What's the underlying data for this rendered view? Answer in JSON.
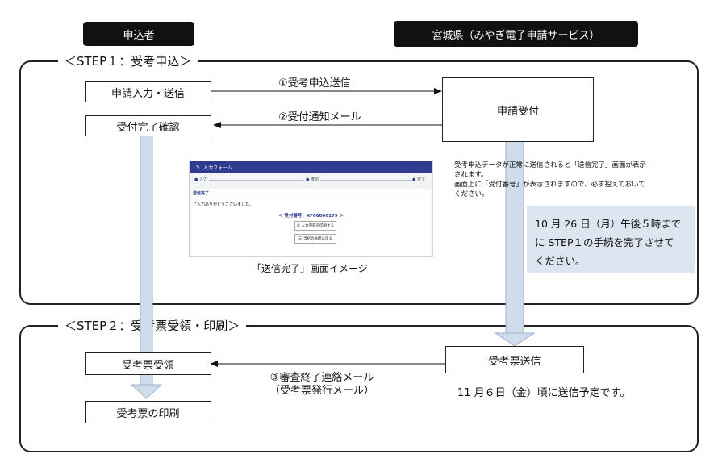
{
  "headers": {
    "applicant": "申込者",
    "miyagi": "宮城県（みやぎ電子申請サービス）"
  },
  "step1": {
    "title": "＜STEP１：受考申込＞",
    "applicant_boxes": {
      "input_send": "申請入力・送信",
      "confirm": "受付完了確認"
    },
    "arrow1_label": "①受考申込送信",
    "arrow2_label": "②受付通知メール",
    "receipt_box": "申請受付",
    "note_lines": [
      "受考申込データが正常に送信されると「送信完了」画面が表示",
      "されます。",
      "画面上に「受付番号」が表示されますので、必ず控えておいて",
      "ください。"
    ],
    "deadline_lines": [
      "10 月 26 日（月）午後５時まで",
      "に STEP１の手続を完了させて",
      "ください。"
    ],
    "screenshot_caption": "「送信完了」画面イメージ",
    "mock": {
      "title": "入力フォーム",
      "step_input": "入力",
      "step_confirm": "確認",
      "step_done": "完了",
      "section": "送信完了",
      "thanks": "ご入力ありがとうございました。",
      "receipt_no": "＜ 受付番号：XF00000179 ＞",
      "btn_print": "入力内容を印刷する",
      "btn_list": "当初の画面に戻る"
    }
  },
  "step2": {
    "title": "＜STEP２：受考票受領・印刷＞",
    "receive_box": "受考票受領",
    "print_box": "受考票の印刷",
    "send_box": "受考票送信",
    "arrow3_label_lines": [
      "③審査終了連絡メール",
      "（受考票発行メール）"
    ],
    "send_note": "11 月６日（金）頃に送信予定です。"
  }
}
